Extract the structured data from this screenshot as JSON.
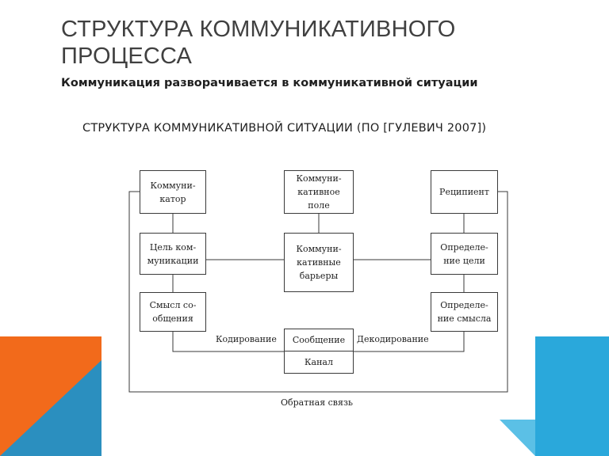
{
  "title": "СТРУКТУРА КОММУНИКАТИВНОГО ПРОЦЕССА",
  "subtitle": "Коммуникация разворачивается в коммуникативной ситуации",
  "diagram": {
    "caption": "СТРУКТУРА КОММУНИКАТИВНОЙ СИТУАЦИИ (ПО [ГУЛЕВИЧ 2007])",
    "boxes": {
      "communicator": "Коммуни-\nкатор",
      "comm_field": "Коммуни-\nкативное\nполе",
      "recipient": "Реципиент",
      "comm_goal": "Цель ком-\nмуникации",
      "comm_barriers": "Коммуни-\nкативные\nбарьеры",
      "goal_definition": "Определе-\nние цели",
      "meaning": "Смысл со-\nобщения",
      "meaning_definition": "Определе-\nние смысла",
      "message": "Сообщение",
      "channel": "Канал"
    },
    "labels": {
      "encoding": "Кодирование",
      "decoding": "Декодирование",
      "feedback": "Обратная связь"
    }
  },
  "colors": {
    "accent_orange": "#f26a1b",
    "accent_blue": "#2aa8db",
    "accent_dark_blue": "#2b8fbf"
  }
}
